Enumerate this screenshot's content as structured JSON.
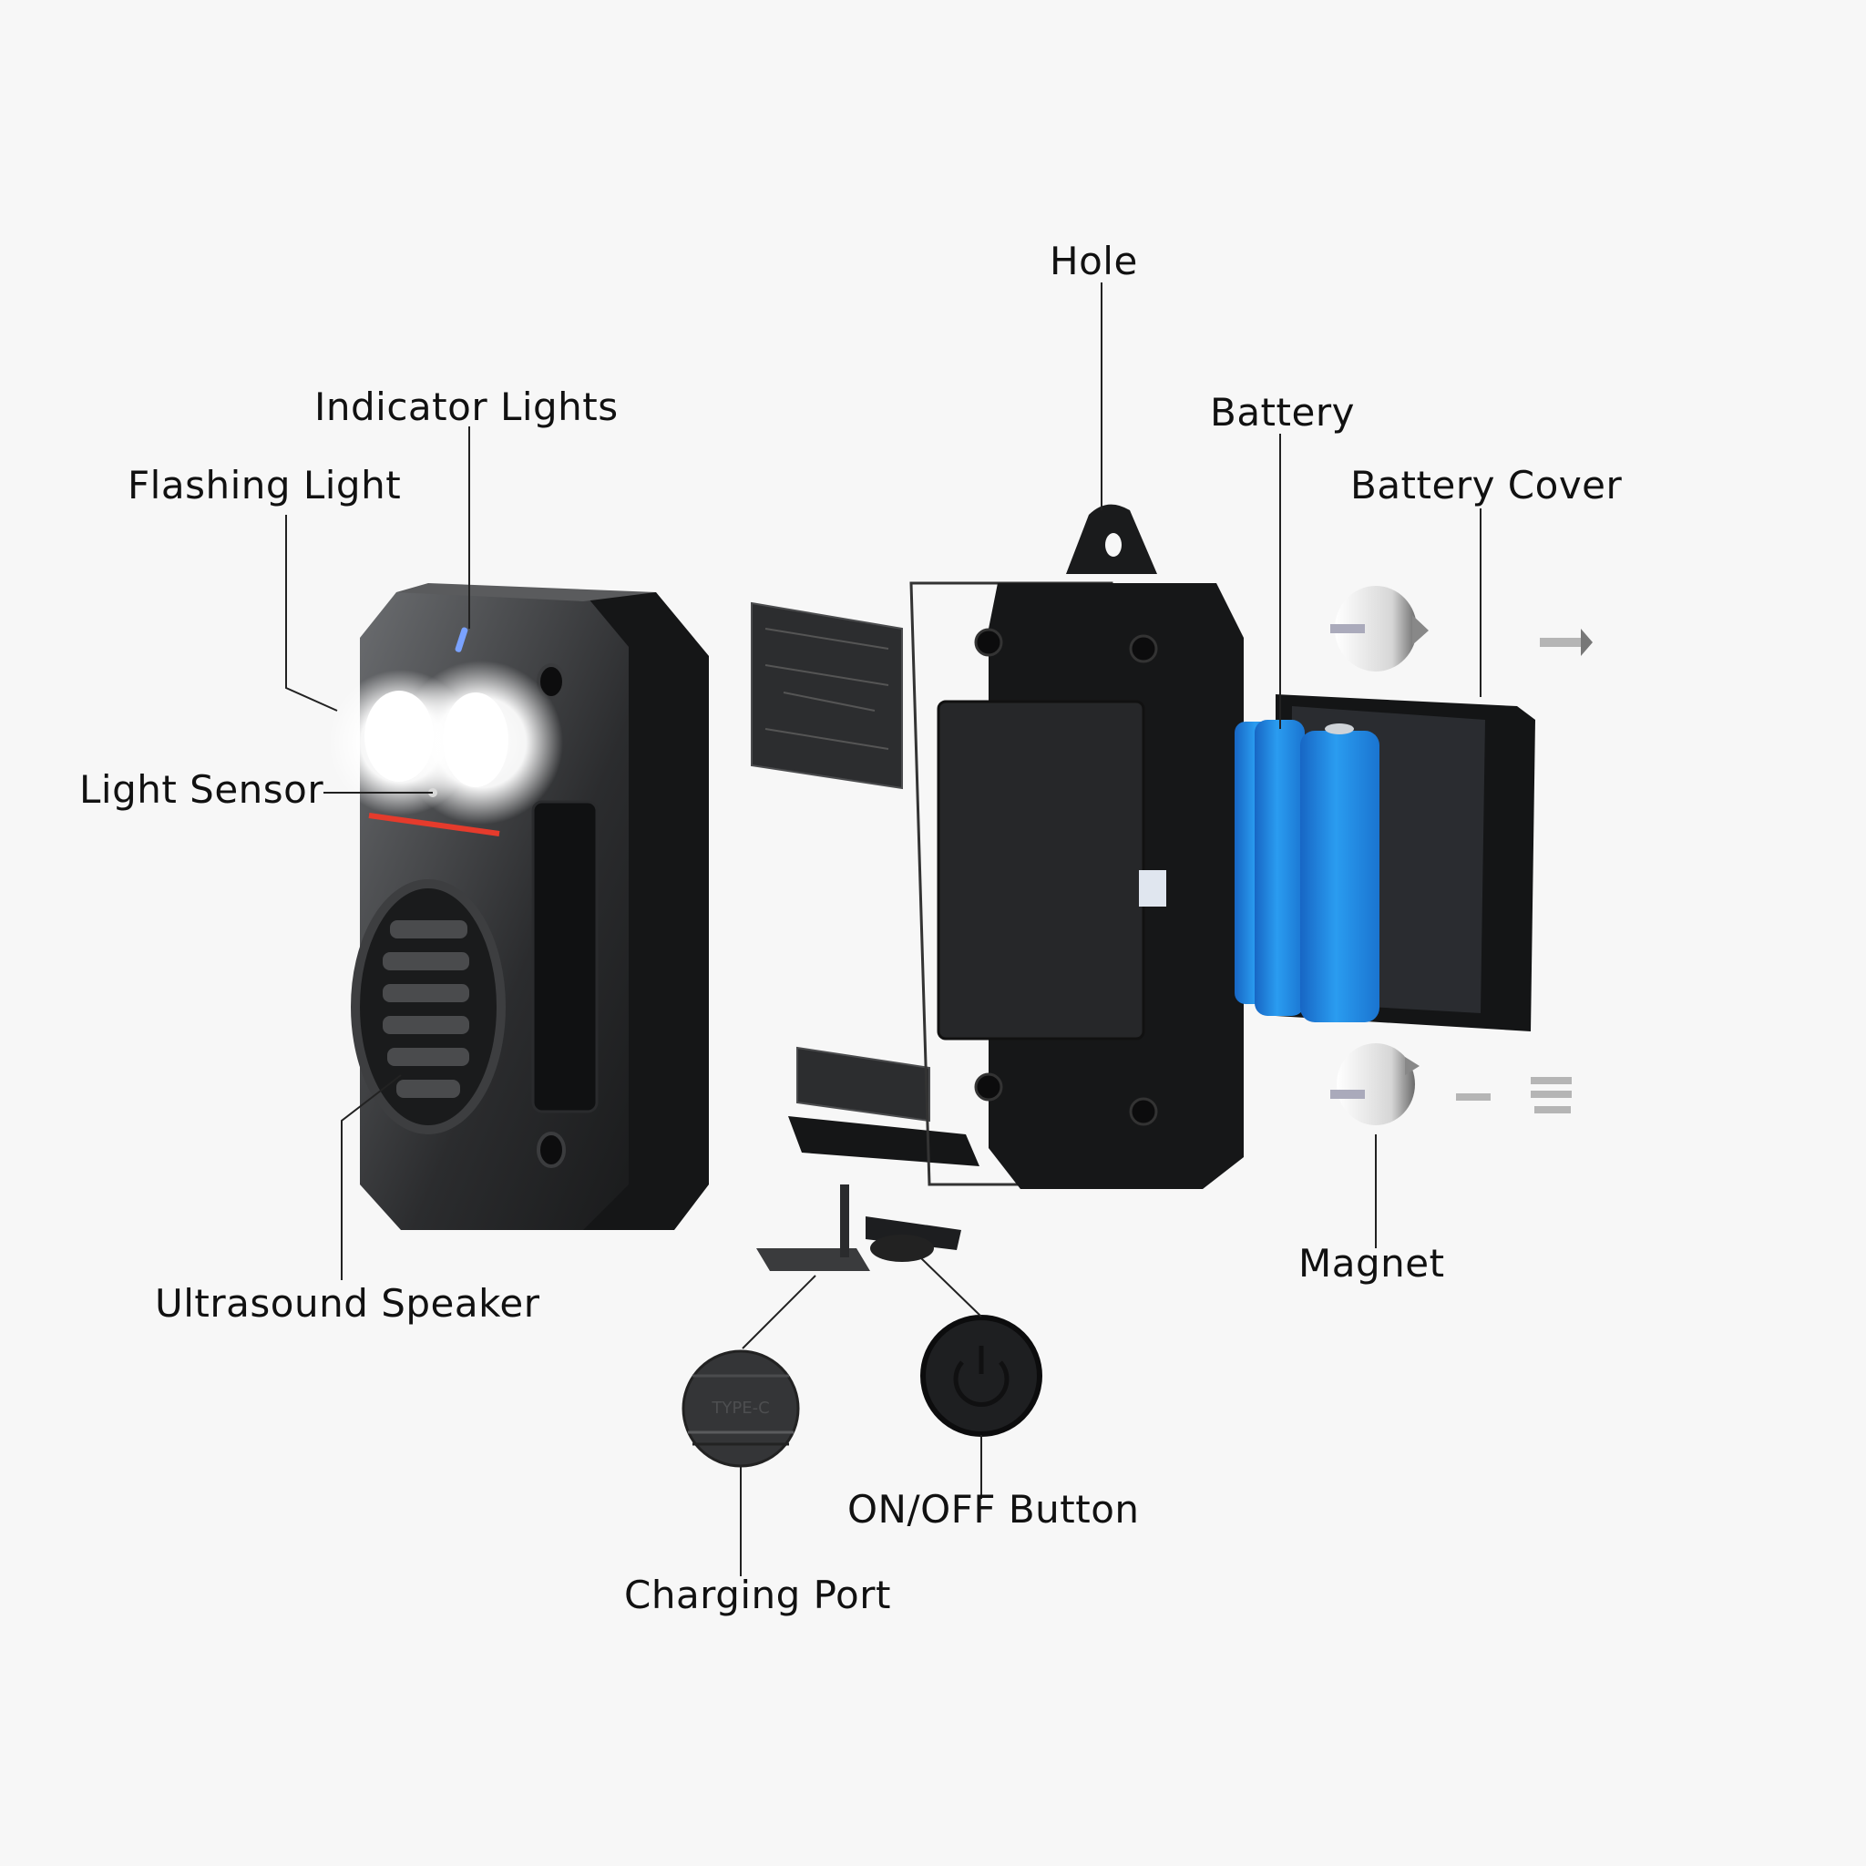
{
  "diagram": {
    "type": "exploded-product-view",
    "labels": {
      "hole": "Hole",
      "indicator_lights": "Indicator Lights",
      "flashing_light": "Flashing Light",
      "light_sensor": "Light Sensor",
      "battery": "Battery",
      "battery_cover": "Battery Cover",
      "magnet": "Magnet",
      "ultrasound_speaker": "Ultrasound Speaker",
      "on_off_button": "ON/OFF Button",
      "charging_port": "Charging Port"
    },
    "charging_port_cap_text": "TYPE-C",
    "colors": {
      "background": "#f7f7f7",
      "device_body": "#1c1d1f",
      "battery_blue": "#1e8fe6",
      "accent_red": "#e53b2c",
      "indicator_blue": "#7aa2ff",
      "leader_line": "#222222"
    }
  }
}
